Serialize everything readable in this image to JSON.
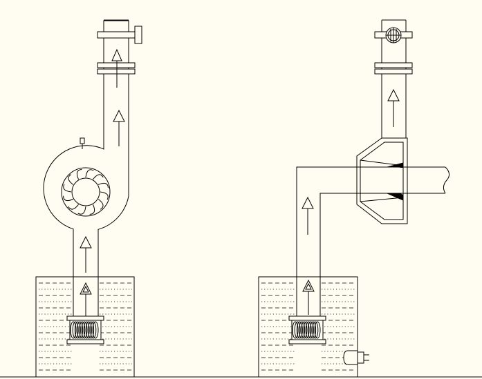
{
  "canvas": {
    "background": "#fffdf2",
    "line_color": "#000000"
  },
  "left_system": {
    "components": [
      "water-tank",
      "submerged-coil",
      "vertical-pipe",
      "centrifugal-pump",
      "impeller",
      "pipe-flange",
      "gate-valve"
    ],
    "flow_direction": "up"
  },
  "right_system": {
    "components": [
      "water-tank",
      "submerged-coil",
      "elbow-pipe",
      "venturi-ejector",
      "horizontal-pipe",
      "pipe-flange",
      "butterfly-valve",
      "power-plug"
    ],
    "flow_direction": "up"
  }
}
